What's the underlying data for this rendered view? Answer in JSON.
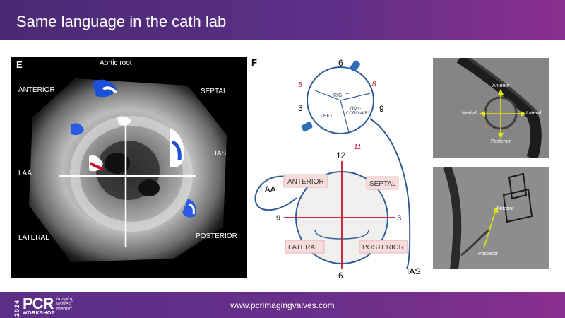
{
  "header": {
    "title": "Same language in the cath lab"
  },
  "footer": {
    "url": "www.pcrimagingvalves.com",
    "logo": {
      "year": "2024",
      "brand": "PCR",
      "workshop": "WORKSHOP",
      "line1": "imaging",
      "line2": "valves",
      "line3": "madrid"
    }
  },
  "panel_e": {
    "letter": "E",
    "labels": {
      "top": "Aortic root",
      "anterior": "ANTERIOR",
      "septal": "SEPTAL",
      "ias": "IAS",
      "laa": "LAA",
      "lateral": "LATERAL",
      "posterior": "POSTERIOR"
    }
  },
  "panel_f": {
    "letter": "F",
    "clock": {
      "top": "6",
      "left": "3",
      "right": "9",
      "center": "12",
      "left_lower": "9",
      "right_lower": "3",
      "bottom": "6"
    },
    "red_numbers": {
      "five": "5",
      "eight": "8",
      "eleven": "11"
    },
    "cusps": {
      "right": "RIGHT",
      "left": "LEFT",
      "non_line1": "NON-",
      "non_line2": "CORONARY"
    },
    "quadrants": {
      "anterior": "ANTERIOR",
      "septal": "SEPTAL",
      "lateral": "LATERAL",
      "posterior": "POSTERIOR"
    },
    "laa": "LAA",
    "ias": "IAS",
    "colors": {
      "quadrant_bg": "#f7dcdc",
      "outline": "#2f5c97",
      "red_line": "#c8102e"
    }
  },
  "fluoro_top": {
    "anterior": "Anterior",
    "medial": "Medial",
    "lateral": "Lateral",
    "posterior": "Posterior"
  },
  "fluoro_bottom": {
    "anterior": "Anterior",
    "posterior": "Posterior"
  },
  "colors": {
    "accent": "#5b2f86",
    "arrow_yellow": "#e6e600"
  }
}
